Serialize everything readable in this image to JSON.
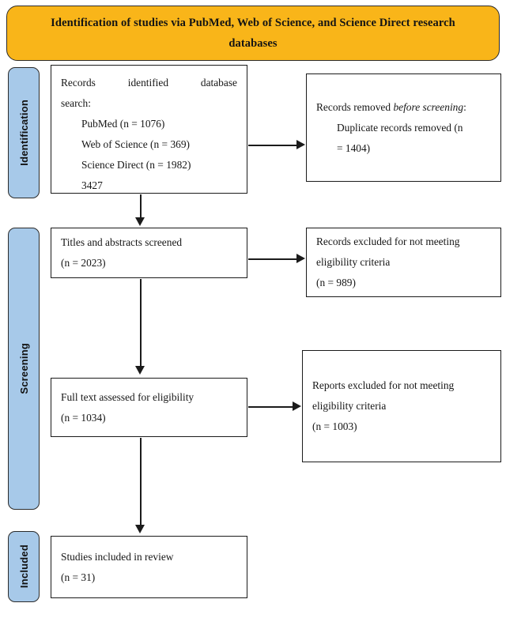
{
  "header": {
    "title": "Identification of studies via PubMed, Web of Science, and Science Direct research databases",
    "background_color": "#F9B519"
  },
  "stages": {
    "background_color": "#A7C9E9",
    "identification": "Identification",
    "screening": "Screening",
    "included": "Included"
  },
  "boxes": {
    "records_identified": {
      "heading_left": "Records",
      "heading_mid": "identified",
      "heading_right": "database",
      "heading_cont": "search:",
      "pubmed": "PubMed (n = 1076)",
      "web_of_science": "Web of Science (n = 369)",
      "science_direct": "Science Direct (n = 1982)",
      "total": "3427"
    },
    "records_removed": {
      "line1_plain": "Records removed ",
      "line1_italic": "before screening",
      "line1_colon": ":",
      "line2": "Duplicate records removed (n",
      "line3": "= 1404)"
    },
    "titles_screened": {
      "line1": "Titles and abstracts screened",
      "line2": "(n = 2023)"
    },
    "records_excluded": {
      "line1": "Records excluded for not meeting",
      "line2": "eligibility criteria",
      "line3": "(n = 989)"
    },
    "fulltext_assessed": {
      "line1": "Full text assessed for eligibility",
      "line2": "(n = 1034)"
    },
    "reports_excluded": {
      "line1": "Reports excluded for not meeting",
      "line2": "eligibility criteria",
      "line3": "(n = 1003)"
    },
    "studies_included": {
      "line1": "Studies included in review",
      "line2": "(n = 31)"
    }
  }
}
